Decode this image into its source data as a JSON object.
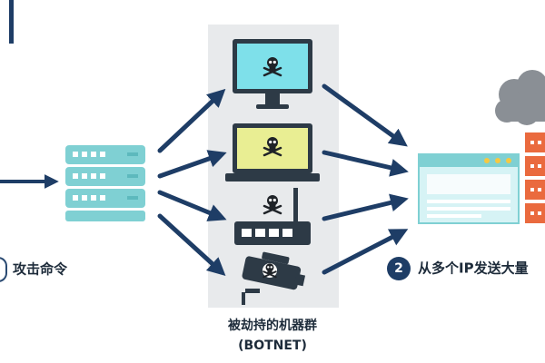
{
  "labels": {
    "left_step_text": "攻击命令",
    "right_step_number": "2",
    "right_step_text": "从多个IP发送大量",
    "botnet_title": "被劫持的机器群",
    "botnet_subtitle": "(BOTNET)"
  },
  "colors": {
    "navy": "#1e3d66",
    "teal": "#7fd0d3",
    "screen_cyan": "#7ee0ea",
    "screen_yellow": "#e9ee93",
    "panel_grey": "#e8eaec",
    "orange": "#ea6a3e",
    "cloud_grey": "#8a8f95",
    "dark": "#2d3a46"
  },
  "icons": [
    "server-icon",
    "monitor-skull-icon",
    "laptop-skull-icon",
    "router-skull-icon",
    "camera-skull-icon",
    "browser-window-icon",
    "cloud-icon",
    "server-stack-icon"
  ]
}
